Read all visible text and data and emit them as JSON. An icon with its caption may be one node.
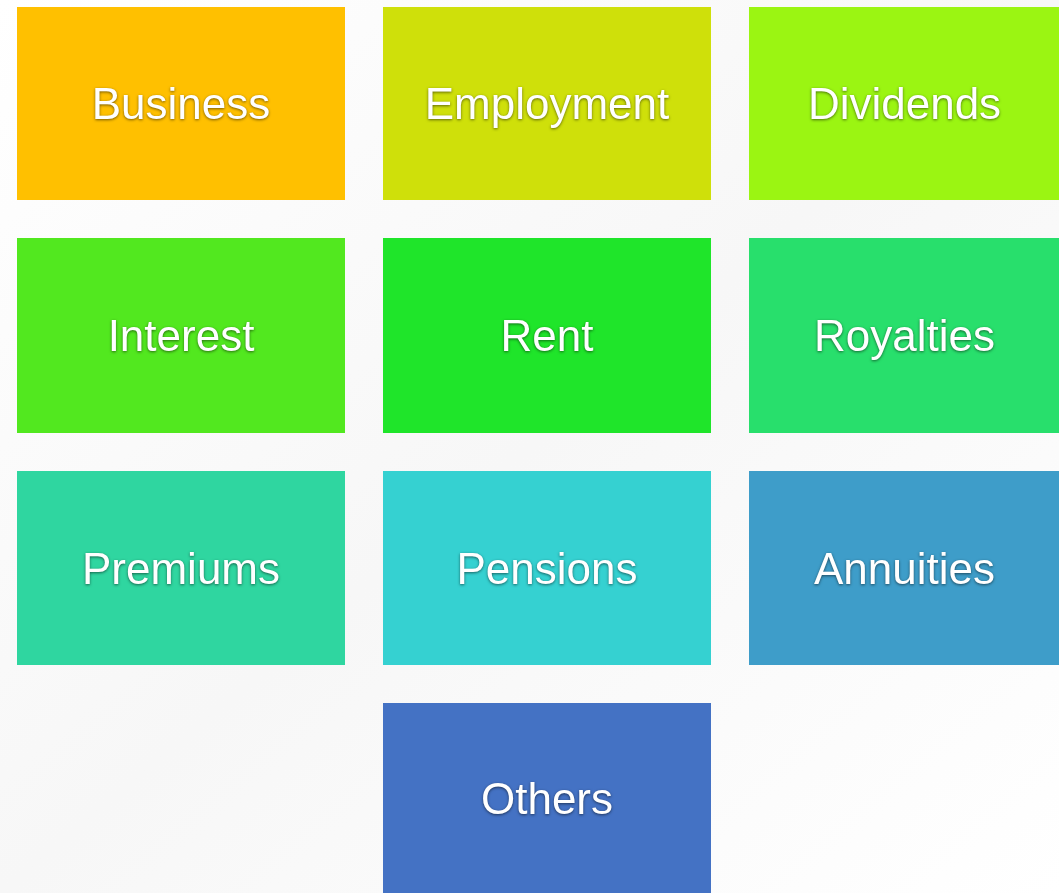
{
  "diagram": {
    "nodes": [
      {
        "text": [
          "Business"
        ]
      },
      {
        "text": [
          "Employment"
        ]
      },
      {
        "text": [
          "Dividends"
        ]
      },
      {
        "text": [
          "Interest"
        ]
      },
      {
        "text": [
          "Rent"
        ]
      },
      {
        "text": [
          "Royalties"
        ]
      },
      {
        "text": [
          "Premiums"
        ]
      },
      {
        "text": [
          "Pensions"
        ]
      },
      {
        "text": [
          "Annuities"
        ]
      },
      {
        "text": [
          "Others"
        ]
      }
    ]
  }
}
